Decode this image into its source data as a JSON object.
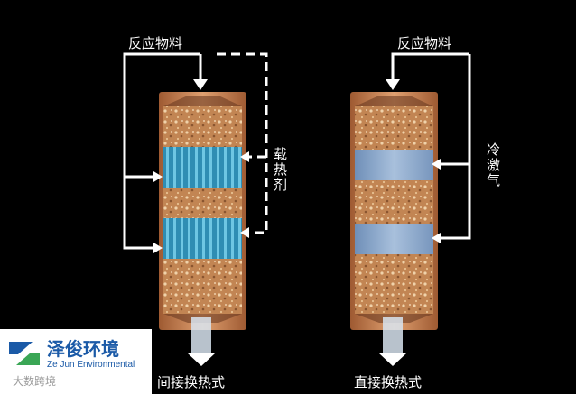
{
  "left_reactor": {
    "feed_label": "反应物料",
    "side_label": "载热剂",
    "caption": "间接换热式"
  },
  "right_reactor": {
    "feed_label": "反应物料",
    "side_label": "冷激气",
    "caption": "直接换热式"
  },
  "logo": {
    "name": "泽俊环境",
    "subtitle": "Ze Jun Environmental"
  },
  "watermark": "大数跨境",
  "colors": {
    "background": "#000000",
    "shell": "#c67848",
    "catalyst": "#c98f5e",
    "heat_exchanger_left": "#3a9cc0",
    "cooling_zone_right": "#8aa7c8",
    "logo_blue": "#1b5aa7",
    "logo_green": "#3aa655"
  }
}
